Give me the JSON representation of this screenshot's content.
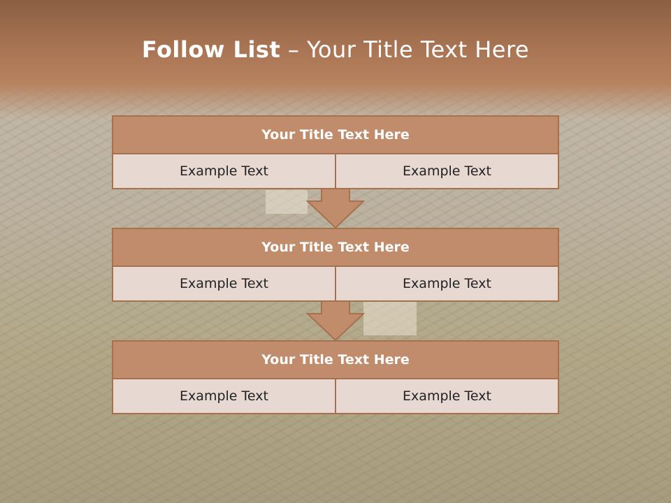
{
  "title": {
    "bold": "Follow List",
    "rest": " – Your Title Text Here"
  },
  "blocks": [
    {
      "title": "Your Title Text Here",
      "cells": [
        "Example Text",
        "Example Text"
      ]
    },
    {
      "title": "Your Title Text Here",
      "cells": [
        "Example Text",
        "Example Text"
      ]
    },
    {
      "title": "Your Title Text Here",
      "cells": [
        "Example Text",
        "Example Text"
      ]
    }
  ],
  "icons": [
    "down-arrow-icon",
    "down-arrow-icon"
  ],
  "colors": {
    "header": "#a97453",
    "block_title_bg": "#c08c6c",
    "block_border": "#a6714f",
    "cell_bg": "#e8d8d2",
    "arrow": "#c08c6c"
  }
}
